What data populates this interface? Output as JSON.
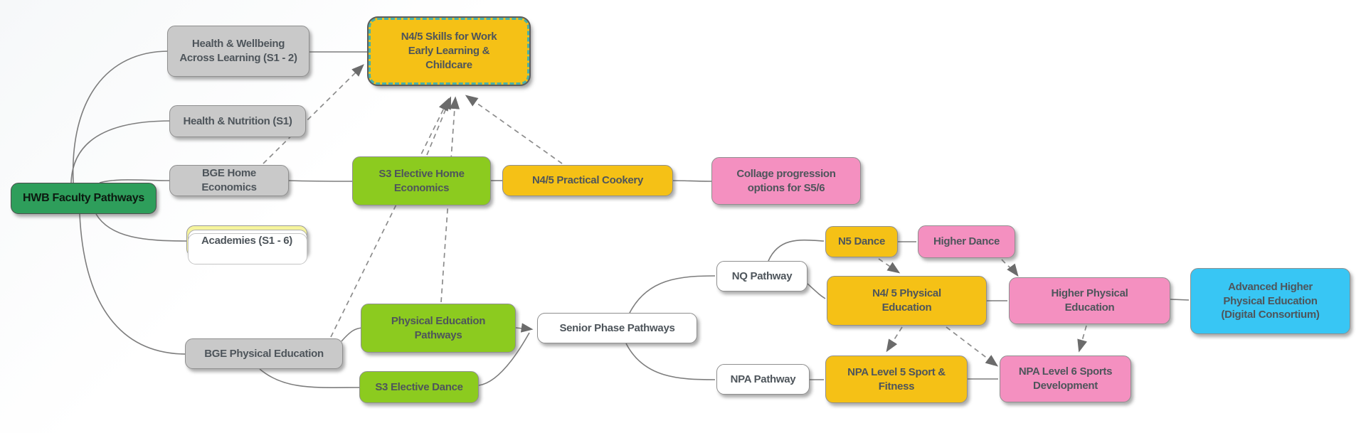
{
  "diagram": {
    "type": "mind-map",
    "root_label": "HWB Faculty Pathways"
  },
  "palette": {
    "root_green": "#2e9e5b",
    "gray": "#c9c9c9",
    "lime_green": "#8ccb1f",
    "gold": "#f5c116",
    "pink": "#f490c0",
    "cyan": "#38c6f4",
    "pale_yellow": "#f6f49d",
    "white": "#ffffff",
    "selected_dash_border": "#49b2a8",
    "connector": "#7d7d7d",
    "dashed_connector": "#8c8c8c",
    "arrowhead": "#6b6b6b",
    "text": "#4e555b"
  },
  "nodes": {
    "root": {
      "label": "HWB Faculty Pathways"
    },
    "hw_across": {
      "label": "Health & Wellbeing\nAcross Learning (S1 - 2)"
    },
    "health_nutrition": {
      "label": "Health & Nutrition (S1)"
    },
    "bge_home_econ": {
      "label": "BGE Home Economics"
    },
    "academies": {
      "label": "Academies (S1 - 6)"
    },
    "bge_phys_ed": {
      "label": "BGE Physical Education"
    },
    "skills": {
      "label": "N4/5 Skills for Work\nEarly Learning &\nChildcare"
    },
    "s3_home_econ": {
      "label": "S3 Elective Home\nEconomics"
    },
    "cookery": {
      "label": "N4/5 Practical Cookery"
    },
    "collage": {
      "label": "Collage progression\noptions for S5/6"
    },
    "pe_pathways": {
      "label": "Physical Education\nPathways"
    },
    "s3_dance": {
      "label": "S3 Elective Dance"
    },
    "senior": {
      "label": "Senior Phase Pathways"
    },
    "nq": {
      "label": "NQ Pathway"
    },
    "npa": {
      "label": "NPA Pathway"
    },
    "n5_dance": {
      "label": "N5 Dance"
    },
    "higher_dance": {
      "label": "Higher Dance"
    },
    "n45_pe": {
      "label": "N4/ 5 Physical\nEducation"
    },
    "higher_pe": {
      "label": "Higher Physical\nEducation"
    },
    "adv_higher": {
      "label": "Advanced Higher\nPhysical Education\n(Digital Consortium)"
    },
    "npa_l5": {
      "label": "NPA Level 5 Sport &\nFitness"
    },
    "npa_l6": {
      "label": "NPA Level 6 Sports\nDevelopment"
    }
  },
  "edges": {
    "hierarchy_solid": [
      [
        "root",
        "hw_across"
      ],
      [
        "root",
        "health_nutrition"
      ],
      [
        "root",
        "bge_home_econ"
      ],
      [
        "root",
        "academies"
      ],
      [
        "root",
        "bge_phys_ed"
      ],
      [
        "hw_across",
        "skills"
      ],
      [
        "bge_home_econ",
        "s3_home_econ"
      ],
      [
        "s3_home_econ",
        "cookery"
      ],
      [
        "cookery",
        "collage"
      ],
      [
        "bge_phys_ed",
        "pe_pathways"
      ],
      [
        "bge_phys_ed",
        "s3_dance"
      ],
      [
        "pe_pathways",
        "senior"
      ],
      [
        "s3_dance",
        "senior"
      ],
      [
        "senior",
        "nq"
      ],
      [
        "senior",
        "npa"
      ],
      [
        "nq",
        "n5_dance"
      ],
      [
        "nq",
        "n45_pe"
      ],
      [
        "n5_dance",
        "higher_dance"
      ],
      [
        "n45_pe",
        "higher_pe"
      ],
      [
        "higher_pe",
        "adv_higher"
      ],
      [
        "npa",
        "npa_l5"
      ],
      [
        "npa_l5",
        "npa_l6"
      ]
    ],
    "progression_dashed": [
      [
        "bge_home_econ",
        "skills"
      ],
      [
        "s3_home_econ",
        "skills"
      ],
      [
        "pe_pathways",
        "skills"
      ],
      [
        "bge_phys_ed",
        "skills"
      ],
      [
        "cookery",
        "skills"
      ],
      [
        "n5_dance",
        "n45_pe"
      ],
      [
        "higher_dance",
        "higher_pe"
      ],
      [
        "n45_pe",
        "npa_l5"
      ],
      [
        "n45_pe",
        "npa_l6"
      ],
      [
        "higher_pe",
        "npa_l6"
      ]
    ]
  }
}
